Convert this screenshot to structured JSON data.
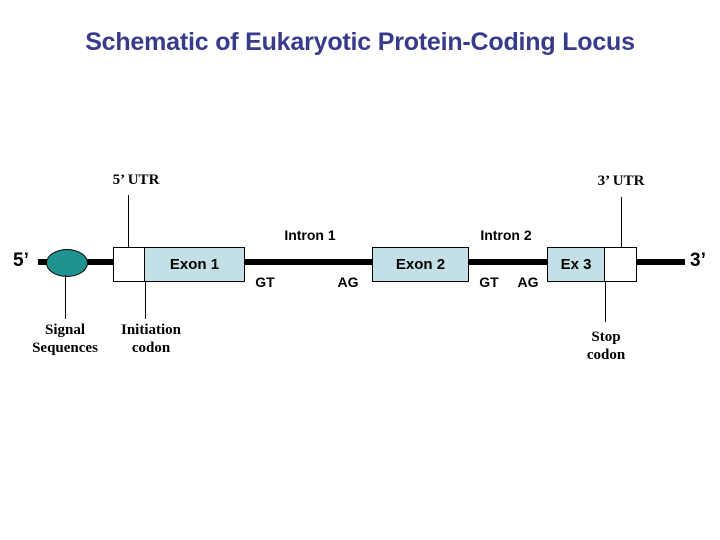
{
  "title": "Schematic of Eukaryotic Protein-Coding Locus",
  "colors": {
    "title": "#383b8c",
    "exon_fill": "#c2e0e5",
    "utr_fill": "#ffffff",
    "signal_ellipse": "#1f9292",
    "backbone": "#000000",
    "background": "#ffffff"
  },
  "diagram": {
    "termini": {
      "five_prime": "5’",
      "three_prime": "3’"
    },
    "features": {
      "signal_sequences": "Signal\nSequences",
      "signal_sequences_line1": "Signal",
      "signal_sequences_line2": "Sequences",
      "five_utr": "5’ UTR",
      "initiation_codon_line1": "Initiation",
      "initiation_codon_line2": "codon",
      "exon1": "Exon 1",
      "intron1": "Intron 1",
      "intron1_donor": "GT",
      "intron1_acceptor": "AG",
      "exon2": "Exon 2",
      "intron2": "Intron 2",
      "intron2_donor": "GT",
      "intron2_acceptor": "AG",
      "exon3": "Ex 3",
      "three_utr": "3’ UTR",
      "stop_codon_line1": "Stop",
      "stop_codon_line2": "codon"
    }
  }
}
